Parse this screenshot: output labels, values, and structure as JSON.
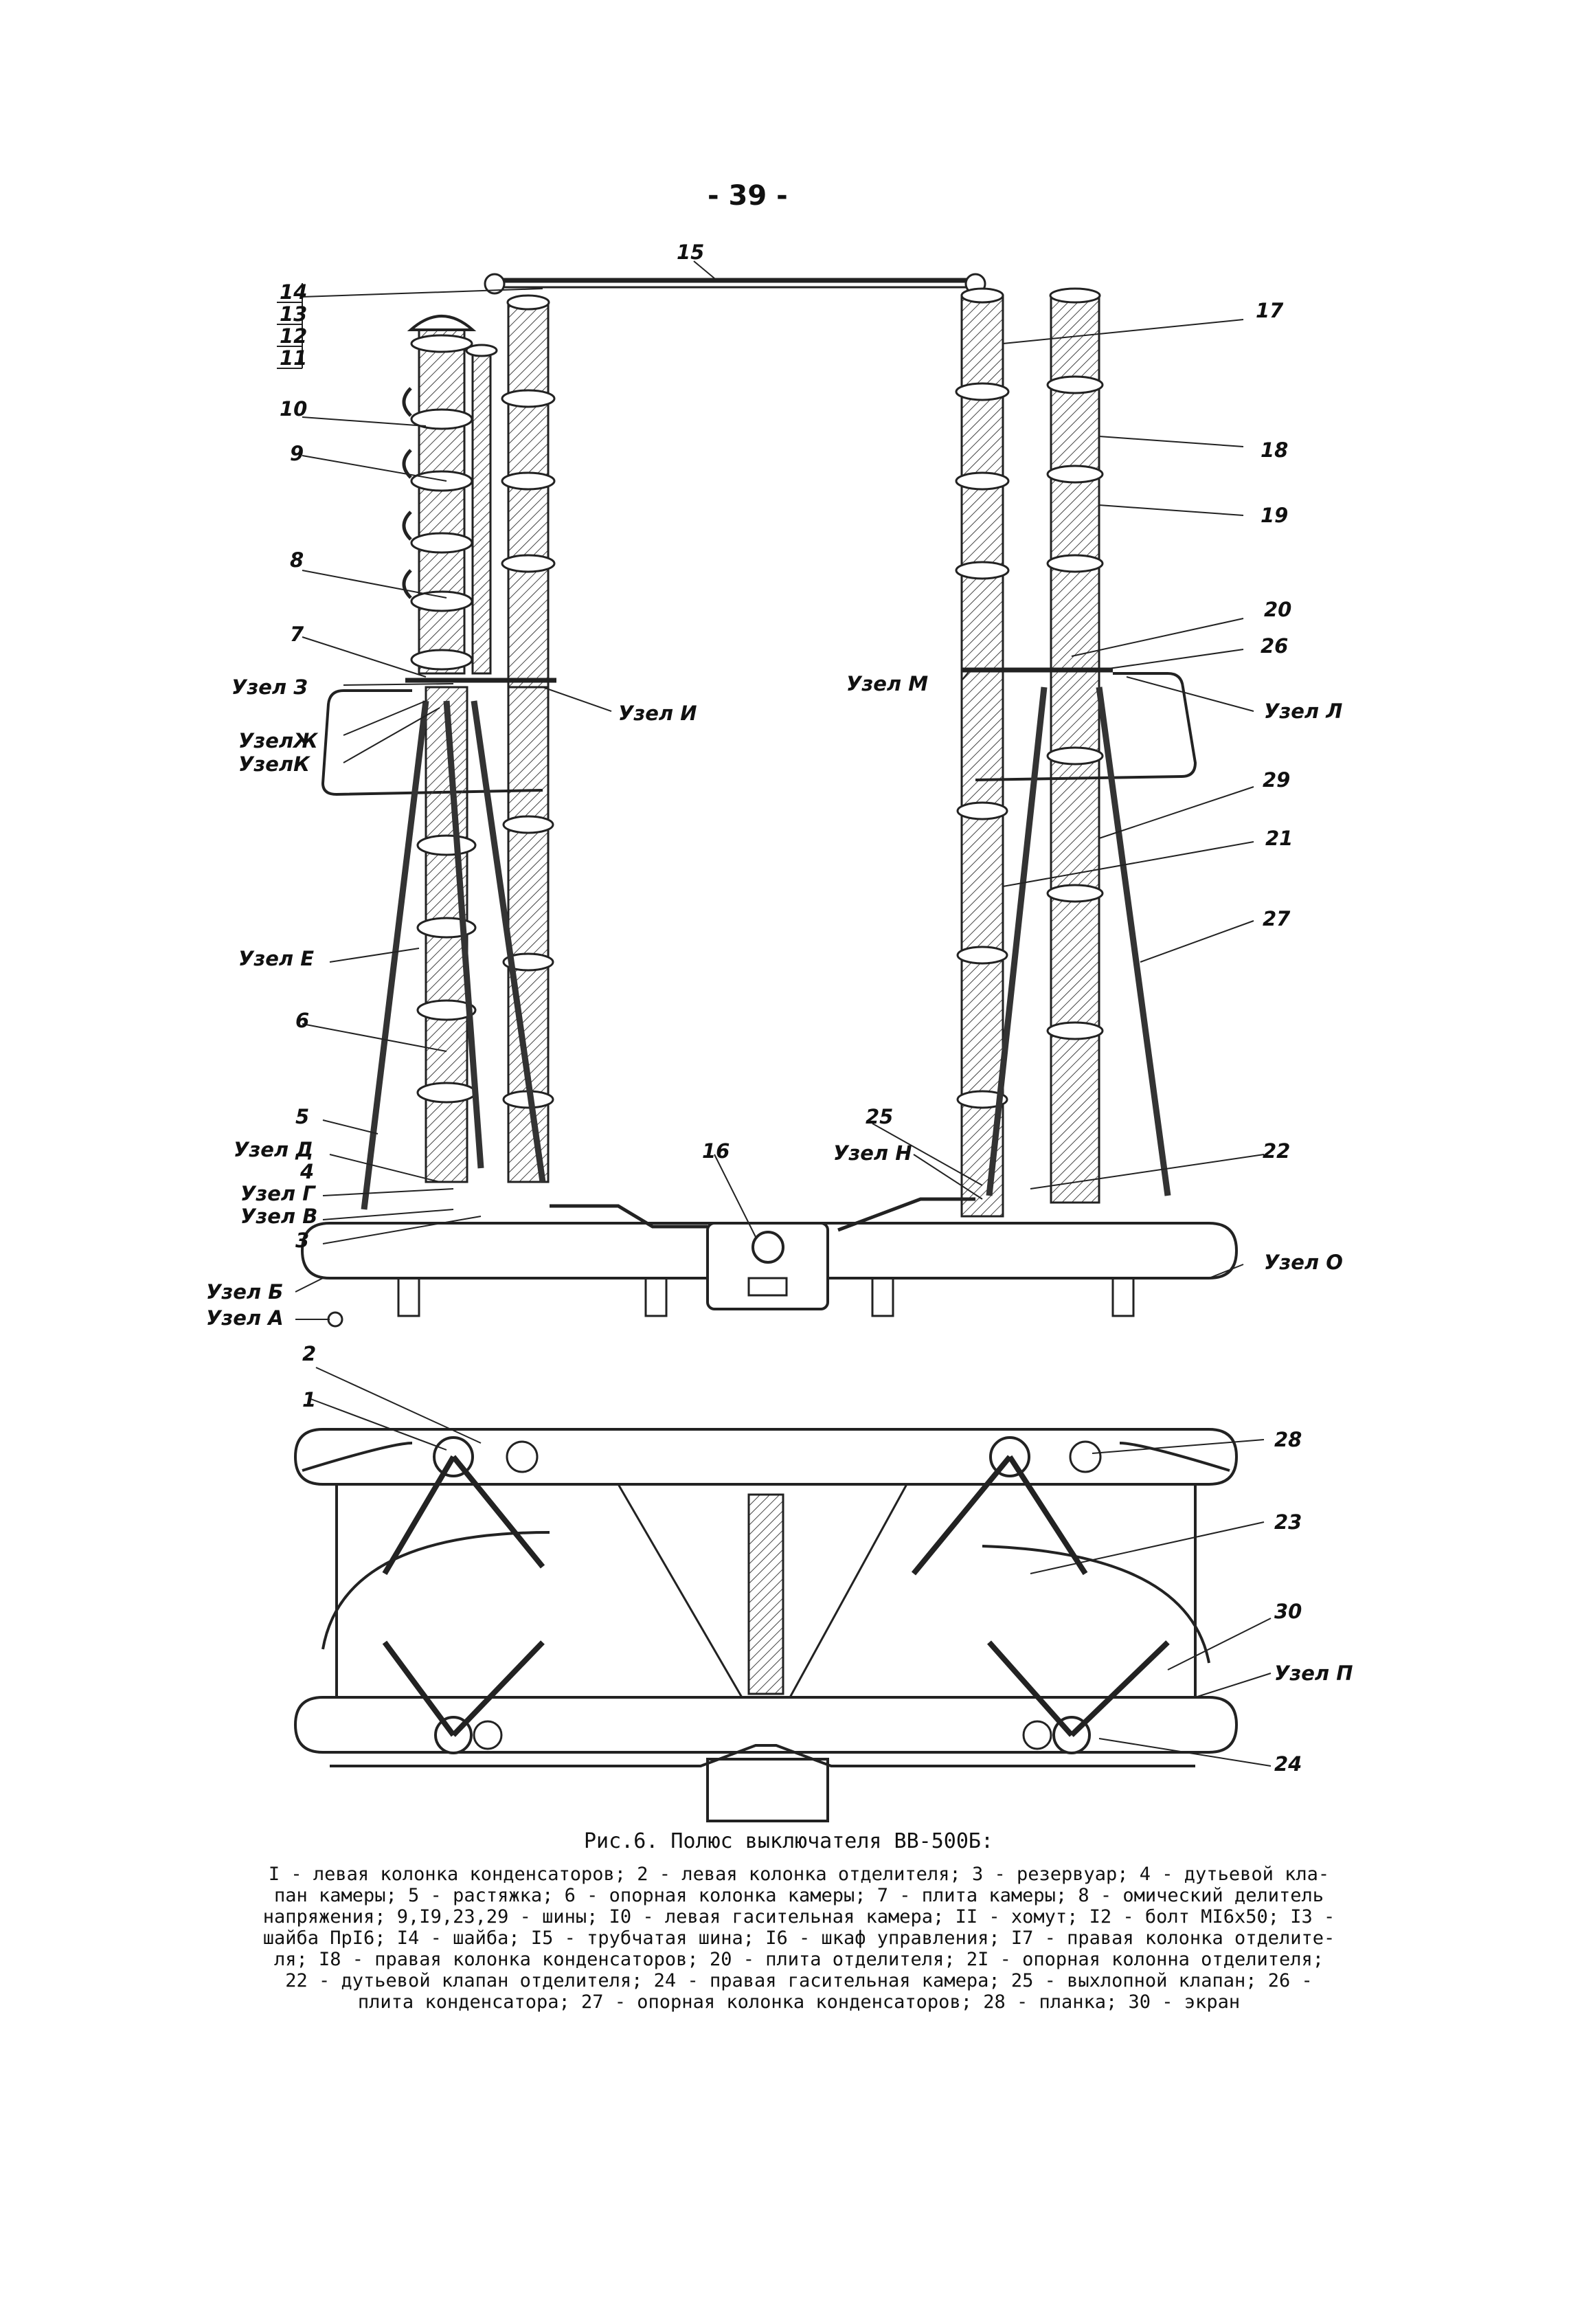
{
  "page_number": "- 39 -",
  "labels": {
    "n1": "1",
    "n2": "2",
    "n3": "3",
    "n4": "4",
    "n5": "5",
    "n6": "6",
    "n7": "7",
    "n8": "8",
    "n9": "9",
    "n10": "10",
    "n11": "11",
    "n12": "12",
    "n13": "13",
    "n14": "14",
    "n15": "15",
    "n16": "16",
    "n17": "17",
    "n18": "18",
    "n19": "19",
    "n20": "20",
    "n21": "21",
    "n22": "22",
    "n23": "23",
    "n24": "24",
    "n25": "25",
    "n26": "26",
    "n27": "27",
    "n28": "28",
    "n29": "29",
    "n30": "30",
    "uzel_a": "Узел А",
    "uzel_b": "Узел Б",
    "uzel_v": "Узел В",
    "uzel_g": "Узел Г",
    "uzel_d": "Узел Д",
    "uzel_e": "Узел Е",
    "uzel_zh": "УзелЖ",
    "uzel_z": "Узел З",
    "uzel_i": "Узел И",
    "uzel_k": "УзелК",
    "uzel_l": "Узел Л",
    "uzel_m": "Узел М",
    "uzel_n": "Узел Н",
    "uzel_o": "Узел О",
    "uzel_p": "Узел П"
  },
  "caption": {
    "title": "Рис.6. Полюс выключателя ВВ-500Б:",
    "lines": [
      "I - левая колонка конденсаторов; 2 - левая колонка отделителя; 3 - резервуар; 4 - дутьевой кла-",
      "пан камеры; 5 - растяжка; 6 - опорная колонка камеры; 7 - плита камеры; 8 - омический делитель",
      "напряжения; 9,I9,23,29 - шины; I0 - левая гасительная камера; II - хомут; I2 - болт МI6х50; I3 -",
      "шайба ПрI6; I4 - шайба; I5 - трубчатая шина; I6 - шкаф управления; I7 - правая колонка отделите-",
      "ля; I8 - правая колонка конденсаторов; 20 - плита отделителя; 2I - опорная колонна отделителя;",
      "22 - дутьевой клапан отделителя; 24 - правая гасительная камера; 25 - выхлопной клапан; 26 -",
      "плита конденсатора; 27 - опорная колонка конденсаторов; 28 - планка; 30 - экран"
    ]
  }
}
